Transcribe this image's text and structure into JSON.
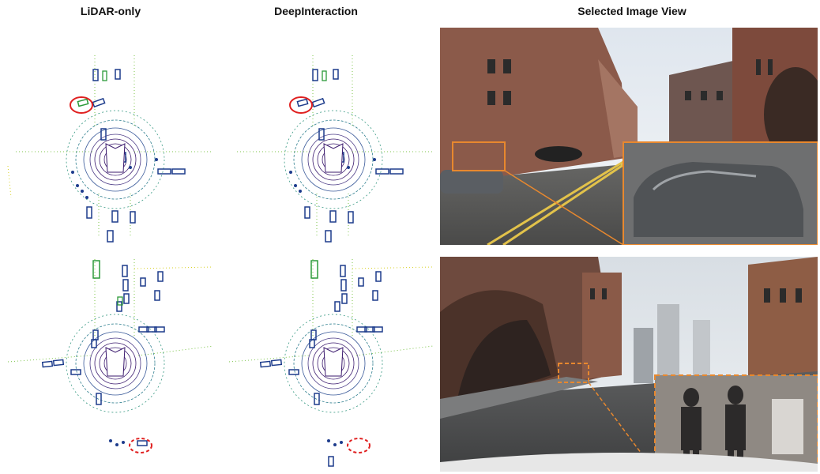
{
  "headers": {
    "col1": "LiDAR-only",
    "col2": "DeepInteraction",
    "col3": "Selected Image View"
  },
  "rows": [
    {
      "highlight_style": "solid",
      "highlight_color": "#e02020",
      "zoom_border_color": "#e8882e",
      "zoom_border_style": "solid"
    },
    {
      "highlight_style": "dashed",
      "highlight_color": "#e02020",
      "zoom_border_color": "#e8882e",
      "zoom_border_style": "dashed"
    }
  ],
  "colors": {
    "point_cloud_core": "#3b1a6e",
    "point_cloud_mid": "#2f7f8f",
    "point_cloud_far": "#a6d02a",
    "prediction_box": "#1d3c8c",
    "ground_truth_box": "#2c9a3a"
  }
}
